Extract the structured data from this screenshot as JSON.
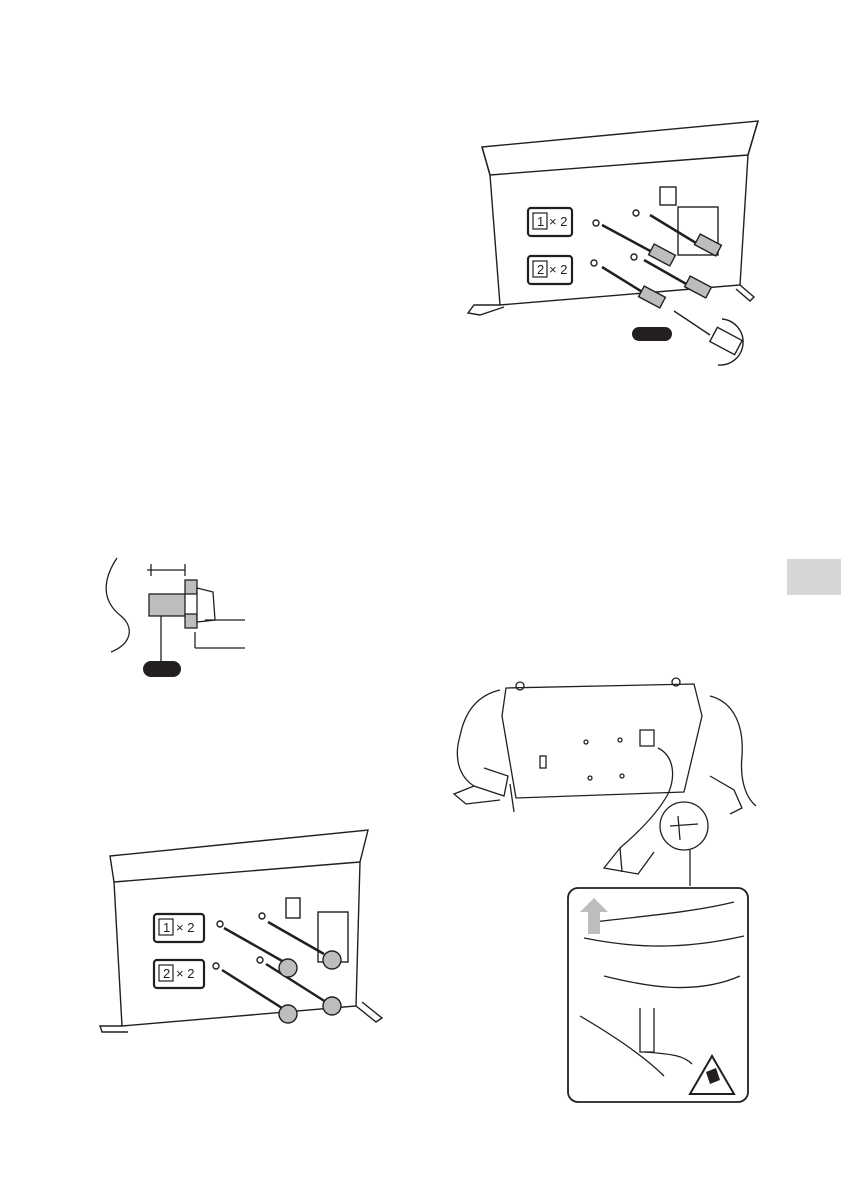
{
  "figures": {
    "screw_fixing_top_right": {
      "label_1": "× 2",
      "label_2": "× 2",
      "num_1": "1",
      "num_2": "2"
    },
    "screw_fixing_bottom_left": {
      "label_1": "× 2",
      "label_2": "× 2",
      "num_1": "1",
      "num_2": "2"
    }
  },
  "colors": {
    "line": "#231f20",
    "fill_dark": "#231f20",
    "side_tab": "#d6d6d6",
    "shade": "#bdbdbd"
  },
  "icons": [
    "tv-back-illustration",
    "screw-icon",
    "screwdriver-icon",
    "rotate-arrow-icon",
    "people-lifting-illustration",
    "up-arrow-icon",
    "pinch-warning-icon"
  ]
}
